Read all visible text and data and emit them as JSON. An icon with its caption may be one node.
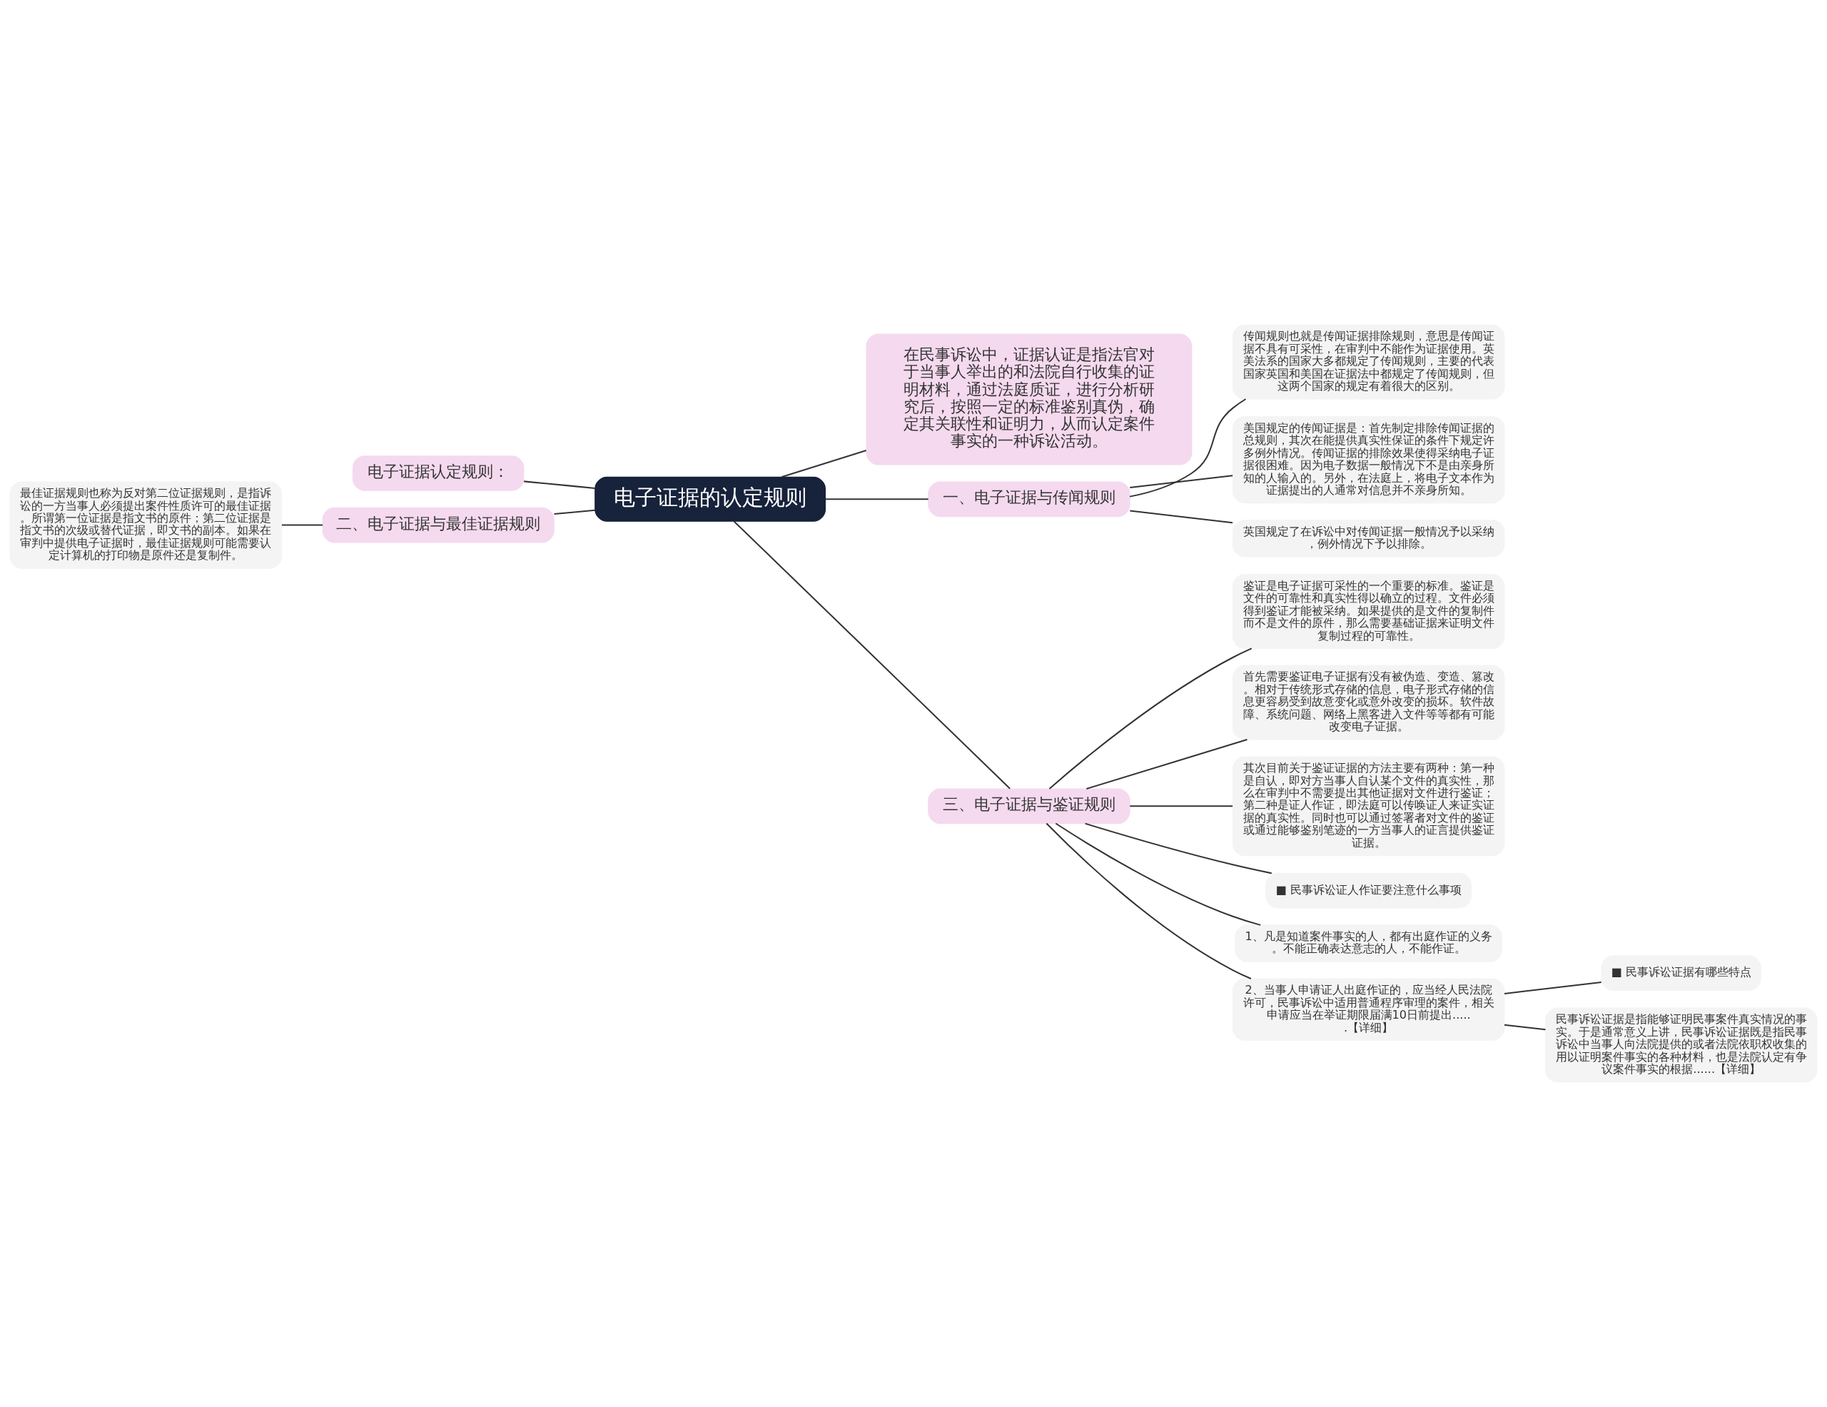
{
  "diagram": {
    "nodes": [
      {
        "text": [
          "电子证据的认定规则"
        ]
      },
      {
        "text": [
          "在民事诉讼中，证据认证是指法官对于当事人举出的和法院自行收集的证明材料，通过法庭质证，进行分析研究后，按照一定的标准鉴别真伪，确定其关联性和证明力，从而认定案件事实的一种诉讼活动。"
        ]
      },
      {
        "text": [
          "一、电子证据与传闻规则"
        ]
      },
      {
        "text": [
          "传闻规则也就是传闻证据排除规则，意思是传闻证据不具有可采性，在审判中不能作为证据使用。英美法系的国家大多都规定了传闻规则，主要的代表国家英国和美国在证据法中都规定了传闻规则，但这两个国家的规定有着很大的区别。"
        ]
      },
      {
        "text": [
          "美国规定的传闻证据是：首先制定排除传闻证据的总规则，其次在能提供真实性保证的条件下规定许多例外情况。传闻证据的排除效果使得采纳电子证据很困难。因为电子数据一般情况下不是由亲身所知的人输入的。另外，在法庭上，将电子文本作为证据提出的人通常对信息并不亲身所知。"
        ]
      },
      {
        "text": [
          "英国规定了在诉讼中对传闻证据一般情况予以采纳，例外情况下予以排除。"
        ]
      },
      {
        "text": [
          "三、电子证据与鉴证规则"
        ]
      },
      {
        "text": [
          "鉴证是电子证据可采性的一个重要的标准。鉴证是文件的可靠性和真实性得以确立的过程。文件必须得到鉴证才能被采纳。如果提供的是文件的复制件而不是文件的原件，那么需要基础证据来证明文件复制过程的可靠性。"
        ]
      },
      {
        "text": [
          "首先需要鉴证电子证据有没有被伪造、变造、篡改。相对于传统形式存储的信息，电子形式存储的信息更容易受到故意变化或意外改变的损坏。软件故障、系统问题、网络上黑客进入文件等等都有可能改变电子证据。"
        ]
      },
      {
        "text": [
          "其次目前关于鉴证证据的方法主要有两种：第一种是自认，即对方当事人自认某个文件的真实性，那么在审判中不需要提出其他证据对文件进行鉴证；第二种是证人作证，即法庭可以传唤证人来证实证据的真实性。同时也可以通过签署者对文件的鉴证或通过能够鉴别笔迹的一方当事人的证言提供鉴证证据。"
        ]
      },
      {
        "text": [
          "■ 民事诉讼证人作证要注意什么事项"
        ]
      },
      {
        "text": [
          "1、凡是知道案件事实的人，都有出庭作证的义务。不能正确表达意志的人，不能作证。"
        ]
      },
      {
        "text": [
          "2、当事人申请证人出庭作证的，应当经人民法院许可，民事诉讼中适用普通程序审理的案件，相关申请应当在举证期限届满10日前提出......【详细】"
        ]
      },
      {
        "text": [
          "■ 民事诉讼证据有哪些特点"
        ]
      },
      {
        "text": [
          "民事诉讼证据是指能够证明民事案件真实情况的事实。于是通常意义上讲，民事诉讼证据既是指民事诉讼中当事人向法院提供的或者法院依职权收集的用以证明案件事实的各种材料，也是法院认定有争议案件事实的根据......【详细】"
        ]
      },
      {
        "text": [
          "电子证据认定规则："
        ]
      },
      {
        "text": [
          "二、电子证据与最佳证据规则"
        ]
      },
      {
        "text": [
          "最佳证据规则也称为反对第二位证据规则，是指诉讼的一方当事人必须提出案件性质许可的最佳证据。所谓第一位证据是指文书的原件；第二位证据是指文书的次级或替代证据，即文书的副本。如果在审判中提供电子证据时，最佳证据规则可能需要认定计算机的打印物是原件还是复制件。"
        ]
      }
    ],
    "edges": [
      {
        "from": 0,
        "to": 1,
        "arrow": "none"
      },
      {
        "from": 0,
        "to": 2,
        "arrow": "none"
      },
      {
        "from": 2,
        "to": 3,
        "arrow": "none"
      },
      {
        "from": 2,
        "to": 4,
        "arrow": "none"
      },
      {
        "from": 2,
        "to": 5,
        "arrow": "none"
      },
      {
        "from": 0,
        "to": 6,
        "arrow": "none"
      },
      {
        "from": 6,
        "to": 7,
        "arrow": "none"
      },
      {
        "from": 6,
        "to": 8,
        "arrow": "none"
      },
      {
        "from": 6,
        "to": 9,
        "arrow": "none"
      },
      {
        "from": 6,
        "to": 10,
        "arrow": "none"
      },
      {
        "from": 6,
        "to": 11,
        "arrow": "none"
      },
      {
        "from": 6,
        "to": 12,
        "arrow": "none"
      },
      {
        "from": 12,
        "to": 13,
        "arrow": "none"
      },
      {
        "from": 12,
        "to": 14,
        "arrow": "none"
      },
      {
        "from": 0,
        "to": 15,
        "arrow": "none"
      },
      {
        "from": 0,
        "to": 16,
        "arrow": "none"
      },
      {
        "from": 16,
        "to": 17,
        "arrow": "none"
      }
    ]
  }
}
